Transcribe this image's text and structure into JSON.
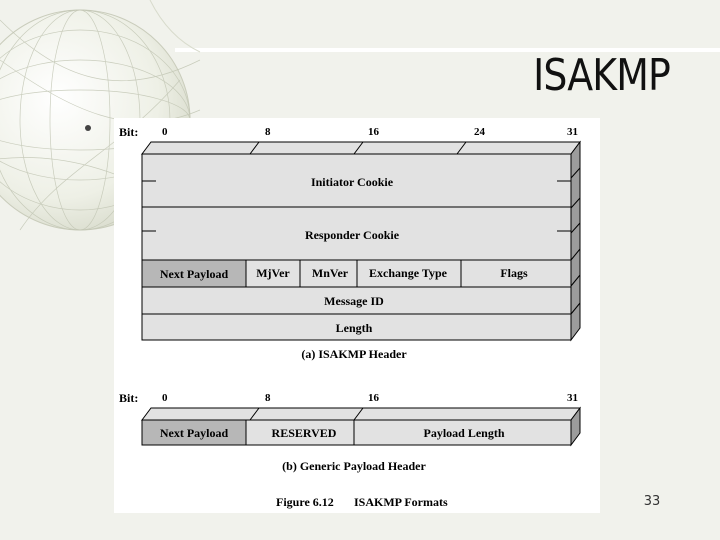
{
  "slide": {
    "title": "ISAKMP",
    "page_number": "33"
  },
  "header_diagram": {
    "bit_label": "Bit:",
    "bit_ticks": [
      "0",
      "8",
      "16",
      "24",
      "31"
    ],
    "rows": [
      {
        "fields": [
          "Initiator Cookie"
        ]
      },
      {
        "fields": [
          "Responder Cookie"
        ]
      },
      {
        "fields": [
          "Next Payload",
          "MjVer",
          "MnVer",
          "Exchange Type",
          "Flags"
        ]
      },
      {
        "fields": [
          "Message ID"
        ]
      },
      {
        "fields": [
          "Length"
        ]
      }
    ],
    "caption": "(a) ISAKMP Header"
  },
  "generic_diagram": {
    "bit_label": "Bit:",
    "bit_ticks": [
      "0",
      "8",
      "16",
      "31"
    ],
    "fields": [
      "Next Payload",
      "RESERVED",
      "Payload Length"
    ],
    "caption": "(b) Generic Payload Header"
  },
  "figure_caption": {
    "number": "Figure 6.12",
    "title": "ISAKMP Formats"
  },
  "colors": {
    "background": "#f1f2ec",
    "field_fill": "#e2e2e2",
    "next_payload_fill": "#b7b7b7",
    "side_fill": "#9c9c9c"
  }
}
